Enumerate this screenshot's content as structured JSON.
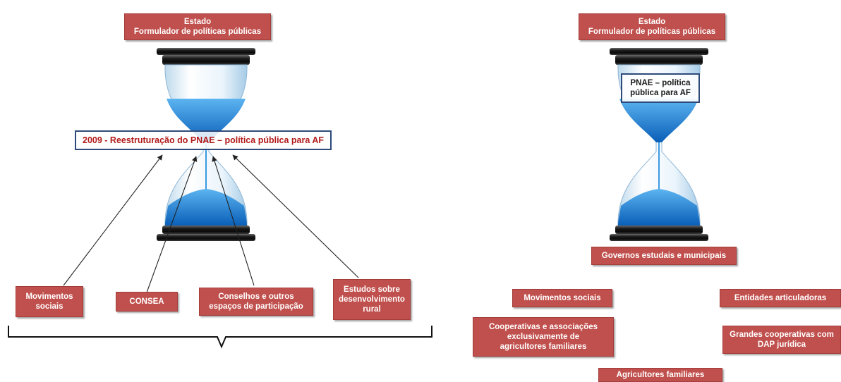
{
  "left_diagram": {
    "top_box": "Estado\nFormulador de políticas públicas",
    "center_box": "2009 - Reestruturação do PNAE – política pública para AF",
    "bottom_boxes": [
      "Movimentos\nsociais",
      "CONSEA",
      "Conselhos e outros\nespaços de participação",
      "Estudos sobre\ndesenvolvimento\nrural"
    ]
  },
  "right_diagram": {
    "top_box": "Estado\nFormulador de políticas públicas",
    "inner_box": "PNAE – política\npública para AF",
    "under_box": "Governos estudais e municipais",
    "boxes": [
      "Movimentos sociais",
      "Entidades articuladoras",
      "Cooperativas e associações\nexclusivamente  de\nagricultores familiares",
      "Grandes cooperativas com\nDAP jurídica",
      "Agricultores  familiares"
    ]
  },
  "colors": {
    "box_fill": "#c0504d",
    "outline": "#2e4a7a",
    "center_text": "#b21a1a",
    "water": "#1e7fd6"
  }
}
